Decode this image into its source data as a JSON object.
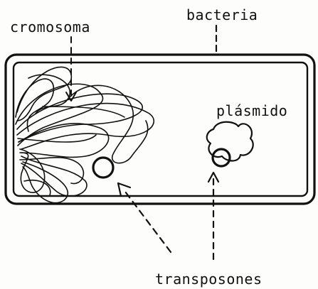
{
  "diagram": {
    "labels": {
      "chromosome": "cromosoma",
      "bacterium": "bacteria",
      "plasmid": "plásmido",
      "transposons": "transposones"
    },
    "colors": {
      "ink": "#111111",
      "paper": "#fdfdfb"
    }
  }
}
